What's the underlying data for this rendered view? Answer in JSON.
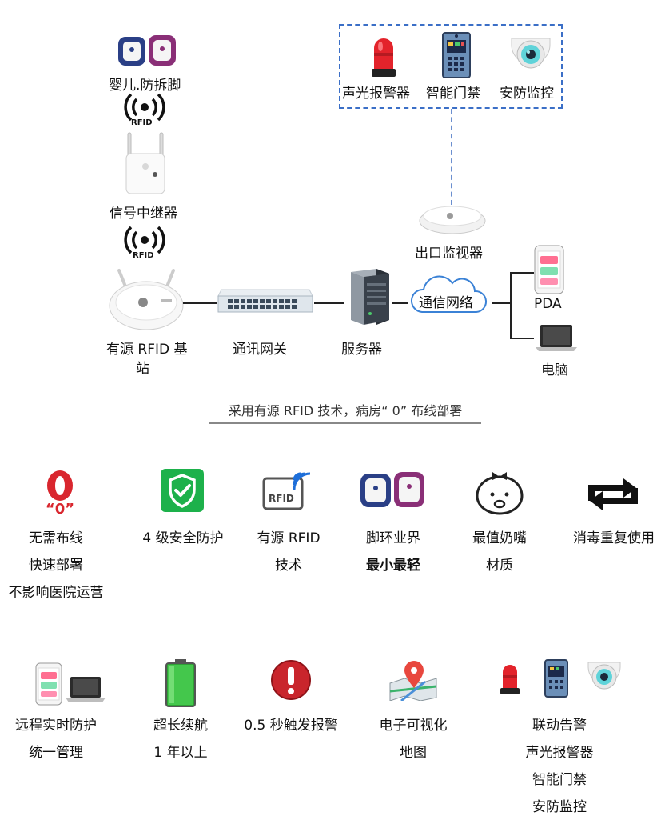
{
  "diagram": {
    "top_devices": {
      "alarm": "声光报警器",
      "door": "智能门禁",
      "camera": "安防监控"
    },
    "baby_tag": "婴儿.防拆脚",
    "rfid_text": "RFID",
    "repeater": "信号中继器",
    "exit_monitor": "出口监视器",
    "base_station_line1": "有源 RFID 基",
    "base_station_line2": "站",
    "gateway": "通讯网关",
    "server": "服务器",
    "network": "通信网络",
    "pda": "PDA",
    "computer": "电脑",
    "caption": "采用有源 RFID 技术，病房“ 0” 布线部署"
  },
  "features_row1": [
    {
      "icon": "zero-icon",
      "badge": "“0”",
      "lines": [
        "无需布线",
        "快速部署",
        "不影响医院运营"
      ]
    },
    {
      "icon": "shield-check-icon",
      "lines": [
        "4 级安全防护"
      ]
    },
    {
      "icon": "rfid-icon",
      "icon_text": "RFID",
      "lines": [
        "有源 RFID",
        "技术"
      ]
    },
    {
      "icon": "wristband-icon",
      "lines": [
        "脚环业界",
        "最小最轻"
      ]
    },
    {
      "icon": "baby-face-icon",
      "lines": [
        "最值奶嘴",
        "材质"
      ]
    },
    {
      "icon": "recycle-icon",
      "lines": [
        "消毒重复使用"
      ]
    }
  ],
  "features_row2": [
    {
      "icon": "devices-icon",
      "lines": [
        "远程实时防护",
        "统一管理"
      ]
    },
    {
      "icon": "battery-icon",
      "lines": [
        "超长续航",
        "1 年以上"
      ]
    },
    {
      "icon": "alert-icon",
      "lines": [
        "0.5 秒触发报警"
      ]
    },
    {
      "icon": "map-icon",
      "lines": [
        "电子可视化",
        "地图"
      ]
    },
    {
      "icon": "linkage-icon",
      "lines": [
        "联动告警",
        "声光报警器",
        "智能门禁",
        "安防监控"
      ]
    }
  ],
  "colors": {
    "accent_blue": "#3b6fc7",
    "green": "#1db14b",
    "red": "#d9262e",
    "pink": "#ff6f91"
  }
}
